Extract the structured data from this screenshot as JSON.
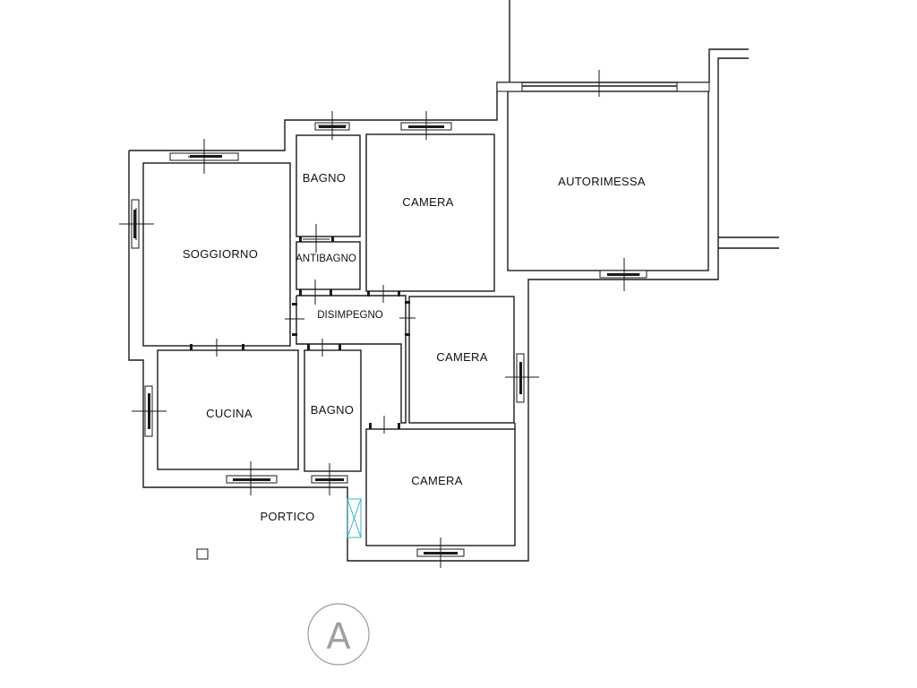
{
  "plan": {
    "rooms": {
      "soggiorno": "SOGGIORNO",
      "bagno_top": "BAGNO",
      "antibagno": "ANTIBAGNO",
      "camera_top": "CAMERA",
      "autorimessa": "AUTORIMESSA",
      "disimpegno": "DISIMPEGNO",
      "camera_mid": "CAMERA",
      "cucina": "CUCINA",
      "bagno_bottom": "BAGNO",
      "camera_bottom": "CAMERA",
      "portico": "PORTICO"
    },
    "marker": "A"
  }
}
